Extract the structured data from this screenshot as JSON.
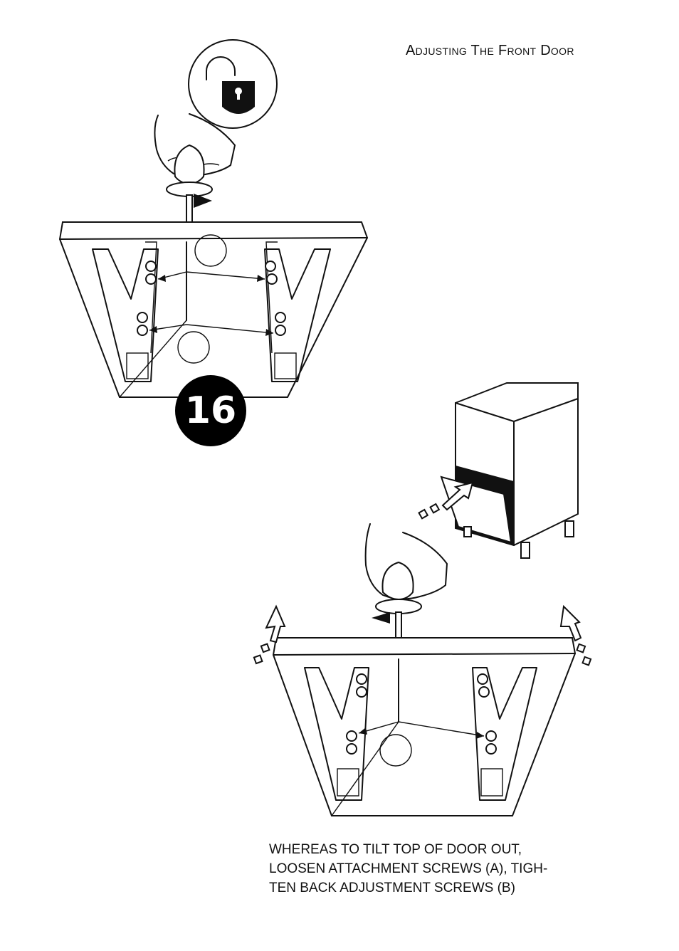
{
  "header": {
    "title": "Adjusting The Front Door"
  },
  "step": {
    "number": "16"
  },
  "instructions": {
    "text": "WHEREAS TO TILT TOP OF DOOR OUT,\nLOOSEN ATTACHMENT SCREWS (A), TIGH-\nTEN BACK ADJUSTMENT SCREWS (B)"
  },
  "icons": [
    "unlock-icon",
    "screwdriver-icon",
    "hand-icon",
    "cabinet-icon",
    "arrow-icon"
  ],
  "colors": {
    "ink": "#111111",
    "paper": "#ffffff"
  }
}
